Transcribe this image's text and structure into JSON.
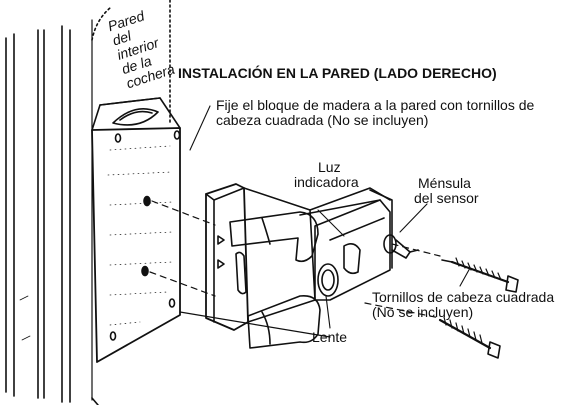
{
  "title": "INSTALACIÓN EN LA PARED (LADO DERECHO)",
  "wall_label": [
    "Pared",
    "del",
    "interior",
    "de la",
    "cochera"
  ],
  "wood_block_note": [
    "Fije el bloque de madera a la pared con tornillos de",
    "cabeza cuadrada (No se incluyen)"
  ],
  "indicator_light": [
    "Luz",
    "indicadora"
  ],
  "sensor_bracket": [
    "Ménsula",
    "del sensor"
  ],
  "screws": [
    "Tornillos de cabeza cuadrada",
    "(No se incluyen)"
  ],
  "lens": "Lente",
  "colors": {
    "line": "#111111",
    "background": "#ffffff"
  }
}
